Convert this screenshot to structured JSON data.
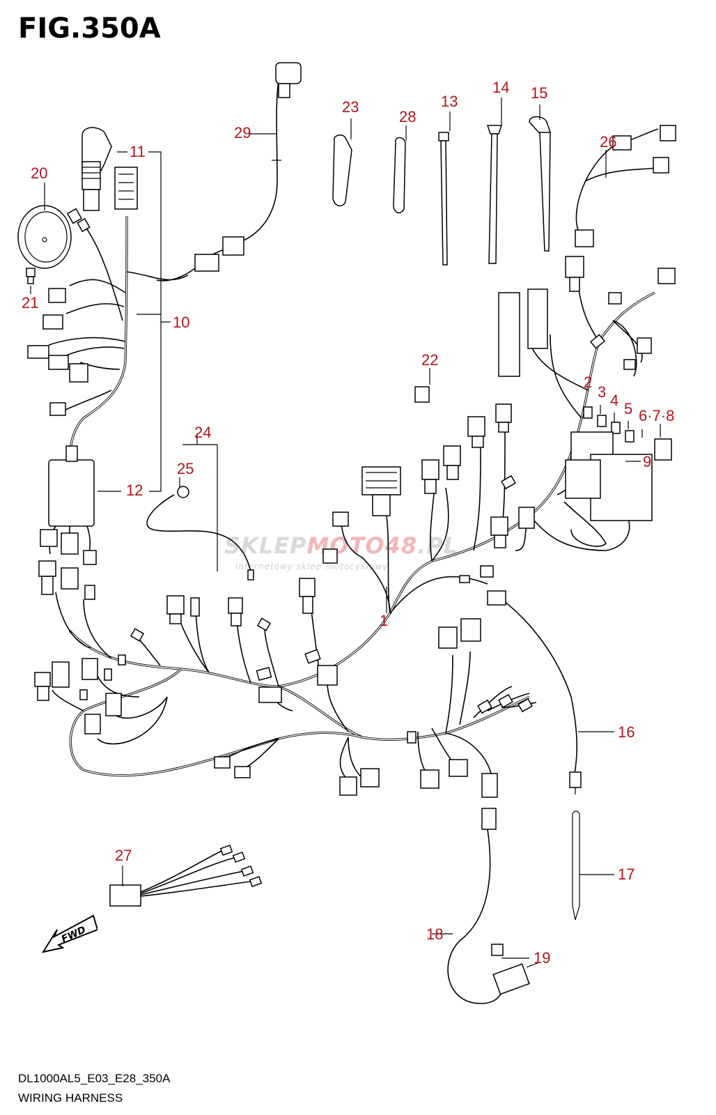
{
  "figure": {
    "title": "FIG.350A",
    "model_code": "DL1000AL5_E03_E28_350A",
    "subtitle": "WIRING HARNESS"
  },
  "watermark": {
    "brand_gray": "SKLEP",
    "brand_red": "MOTO48",
    "brand_tld": ".PL",
    "tagline": "internetowy sklep motocyklowy"
  },
  "fwd_label": "FWD",
  "callouts": {
    "n1": "1",
    "n2": "2",
    "n3": "3",
    "n4": "4",
    "n5": "5",
    "n678": "6·7·8",
    "n9": "9",
    "n10": "10",
    "n11": "11",
    "n12": "12",
    "n13": "13",
    "n14": "14",
    "n15": "15",
    "n16": "16",
    "n17": "17",
    "n18": "18",
    "n19": "19",
    "n20": "20",
    "n21": "21",
    "n22": "22",
    "n23": "23",
    "n24": "24",
    "n25": "25",
    "n26": "26",
    "n27": "27",
    "n28": "28",
    "n29": "29"
  },
  "colors": {
    "callout": "#b0141a",
    "line": "#000000"
  }
}
